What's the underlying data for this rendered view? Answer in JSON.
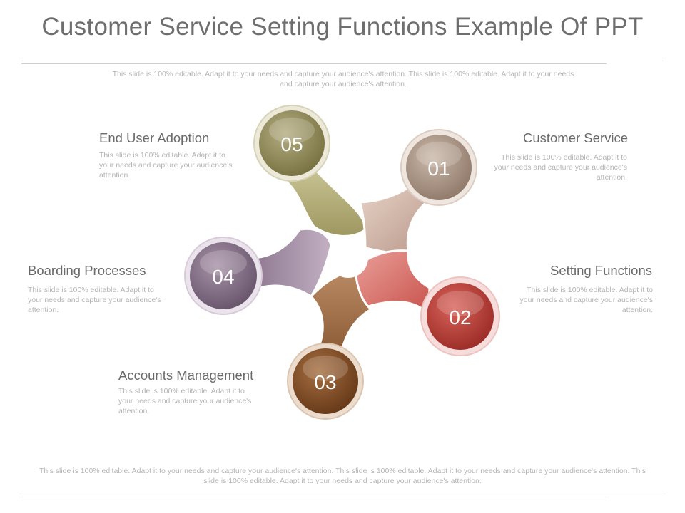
{
  "title": "Customer Service Setting Functions Example Of PPT",
  "intro_text": "This slide is 100% editable. Adapt it to your needs and capture your audience's attention. This slide is 100% editable. Adapt it to your needs and capture your audience's attention.",
  "footer_text": "This slide is 100% editable. Adapt it to your needs and capture your audience's attention. This slide is 100% editable. Adapt it to your needs and capture your audience's attention. This slide is 100% editable. Adapt it to your needs and capture your audience's attention.",
  "items": [
    {
      "number": "01",
      "label": "Customer Service",
      "text": "This slide is 100% editable. Adapt it to your needs and capture your audience's attention.",
      "color": "#a58f80"
    },
    {
      "number": "02",
      "label": "Setting Functions",
      "text": "This slide is 100% editable. Adapt it to your needs and capture your audience's attention.",
      "color": "#b53a34"
    },
    {
      "number": "03",
      "label": "Accounts Management",
      "text": "This slide is 100% editable. Adapt it to your needs and capture your audience's attention.",
      "color": "#7c4a22"
    },
    {
      "number": "04",
      "label": "Boarding Processes",
      "text": "This slide is 100% editable. Adapt it to your needs and capture your audience's attention.",
      "color": "#7f6b80"
    },
    {
      "number": "05",
      "label": "End User Adoption",
      "text": "This slide is 100% editable. Adapt it to your needs and capture your audience's attention.",
      "color": "#8f8757"
    }
  ]
}
